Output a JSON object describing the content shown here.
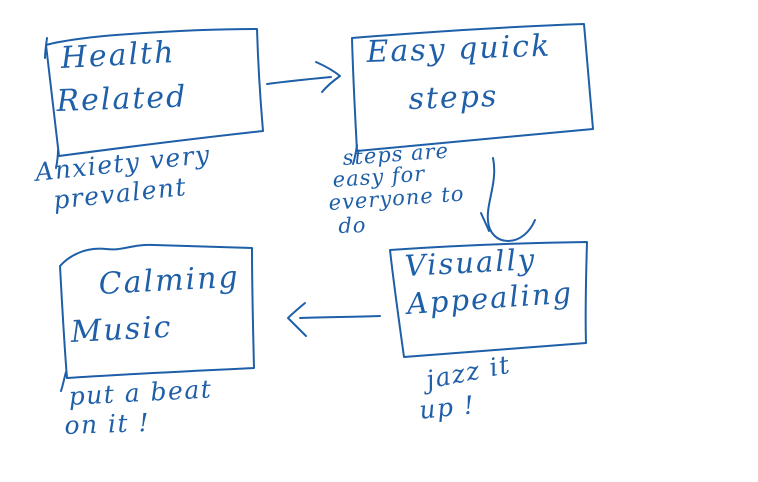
{
  "ink_color": "#1e5fa8",
  "background_color": "#ffffff",
  "boxes": {
    "health": {
      "line1": "Health",
      "line2": "Related"
    },
    "easy": {
      "line1": "Easy quick",
      "line2": "steps"
    },
    "visual": {
      "line1": "Visually",
      "line2": "Appealing"
    },
    "calming": {
      "line1": "Calming",
      "line2": "Music"
    }
  },
  "notes": {
    "health": {
      "line1": "Anxiety very",
      "line2": "prevalent"
    },
    "easy": {
      "line1": "steps are",
      "line2": "easy for",
      "line3": "everyone to",
      "line4": "do"
    },
    "visual": {
      "line1": "jazz it",
      "line2": "up !"
    },
    "calming": {
      "line1": "put a beat",
      "line2": "on it !"
    }
  },
  "connections": [
    {
      "from": "Health Related",
      "to": "Easy quick steps",
      "direction": "right"
    },
    {
      "from": "Easy quick steps",
      "to": "Visually Appealing",
      "direction": "down"
    },
    {
      "from": "Visually Appealing",
      "to": "Calming Music",
      "direction": "left"
    }
  ]
}
